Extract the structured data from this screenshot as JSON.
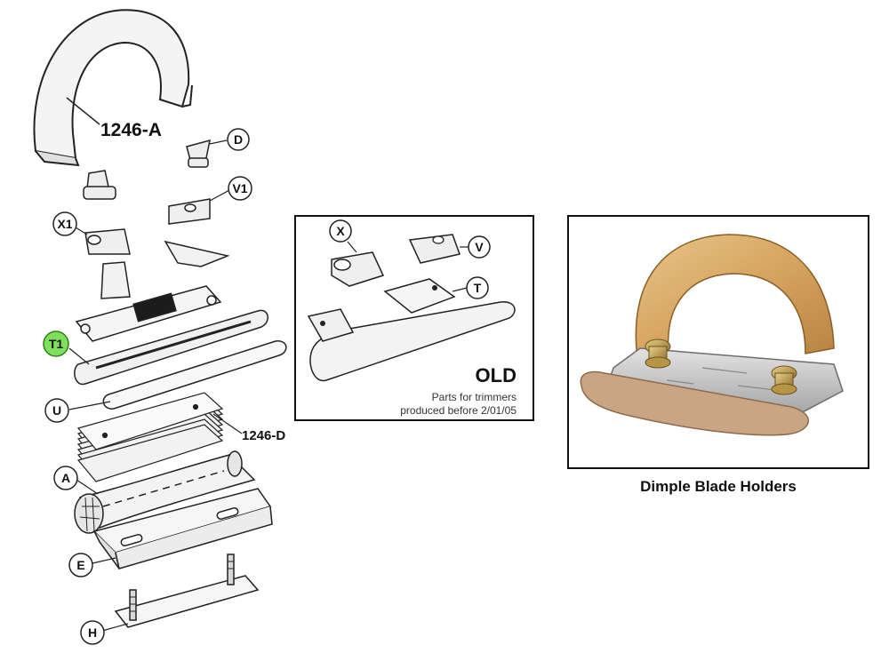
{
  "main_diagram": {
    "part_labels": {
      "handle": "1246-A",
      "blade_stack": "1246-D"
    },
    "callouts": {
      "d": "D",
      "v1": "V1",
      "x1": "X1",
      "t1": "T1",
      "u": "U",
      "a": "A",
      "e": "E",
      "h": "H"
    },
    "highlight_color": "#7ee05a"
  },
  "old_panel": {
    "callouts": {
      "x": "X",
      "v": "V",
      "t": "T"
    },
    "title": "OLD",
    "note_line1": "Parts for trimmers",
    "note_line2": "produced before 2/01/05"
  },
  "photo_panel": {
    "caption": "Dimple Blade Holders"
  }
}
